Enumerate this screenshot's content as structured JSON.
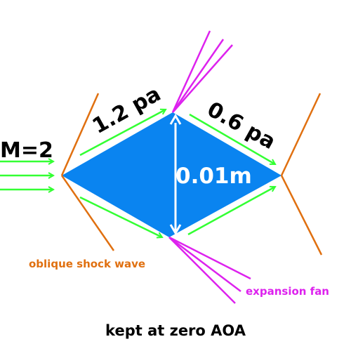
{
  "labels": {
    "mach": "M=2",
    "upper_front_pressure": "1.2 pa",
    "upper_rear_pressure": "0.6 pa",
    "thickness": "0.01m",
    "shock": "oblique shock wave",
    "expansion": "expansion fan",
    "caption": "kept at zero AOA"
  },
  "colors": {
    "airfoil": "#0a84f0",
    "flow_arrow": "#33ff33",
    "shock": "#e07010",
    "expansion": "#dd22ee",
    "thickness_arrow": "#ffffff",
    "text": "#000000"
  }
}
